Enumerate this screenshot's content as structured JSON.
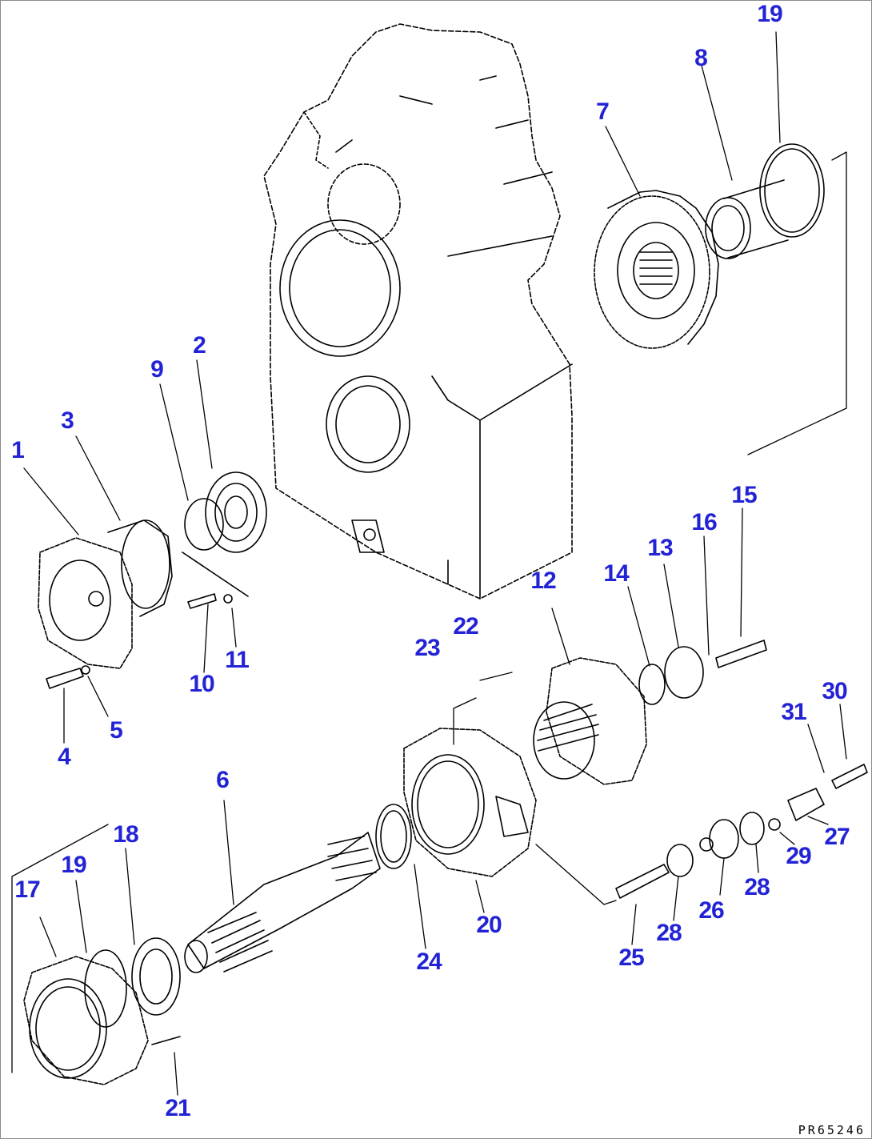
{
  "drawing_code": "PR65246",
  "callout_color": "#2323d6",
  "callouts": [
    {
      "id": "c1",
      "label": "1"
    },
    {
      "id": "c2",
      "label": "2"
    },
    {
      "id": "c3",
      "label": "3"
    },
    {
      "id": "c4",
      "label": "4"
    },
    {
      "id": "c5",
      "label": "5"
    },
    {
      "id": "c6",
      "label": "6"
    },
    {
      "id": "c7",
      "label": "7"
    },
    {
      "id": "c8",
      "label": "8"
    },
    {
      "id": "c9",
      "label": "9"
    },
    {
      "id": "c10",
      "label": "10"
    },
    {
      "id": "c11",
      "label": "11"
    },
    {
      "id": "c12",
      "label": "12"
    },
    {
      "id": "c13",
      "label": "13"
    },
    {
      "id": "c14",
      "label": "14"
    },
    {
      "id": "c15",
      "label": "15"
    },
    {
      "id": "c16",
      "label": "16"
    },
    {
      "id": "c17",
      "label": "17"
    },
    {
      "id": "c18",
      "label": "18"
    },
    {
      "id": "c19a",
      "label": "19"
    },
    {
      "id": "c19b",
      "label": "19"
    },
    {
      "id": "c20",
      "label": "20"
    },
    {
      "id": "c21",
      "label": "21"
    },
    {
      "id": "c22",
      "label": "22"
    },
    {
      "id": "c23",
      "label": "23"
    },
    {
      "id": "c24",
      "label": "24"
    },
    {
      "id": "c25",
      "label": "25"
    },
    {
      "id": "c26",
      "label": "26"
    },
    {
      "id": "c27",
      "label": "27"
    },
    {
      "id": "c28a",
      "label": "28"
    },
    {
      "id": "c28b",
      "label": "28"
    },
    {
      "id": "c29",
      "label": "29"
    },
    {
      "id": "c30",
      "label": "30"
    },
    {
      "id": "c31",
      "label": "31"
    }
  ]
}
